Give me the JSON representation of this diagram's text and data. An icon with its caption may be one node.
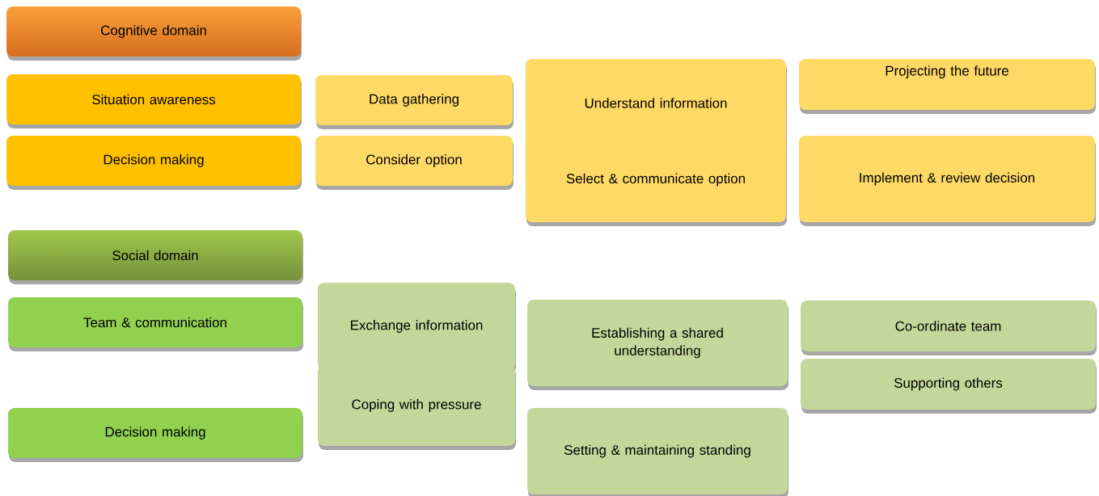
{
  "diagram": {
    "nodes": [
      {
        "text": [
          "Cognitive domain"
        ]
      },
      {
        "text": [
          "Situation awareness"
        ]
      },
      {
        "text": [
          "Decision making"
        ]
      },
      {
        "text": [
          "Data gathering"
        ]
      },
      {
        "text": [
          "Consider option"
        ]
      },
      {
        "text": [
          "Understand information"
        ]
      },
      {
        "text": [
          "Select & communicate option"
        ]
      },
      {
        "text": [
          "Projecting the future"
        ]
      },
      {
        "text": [
          "Implement & review decision"
        ]
      },
      {
        "text": [
          "Social domain"
        ]
      },
      {
        "text": [
          "Team & communication"
        ]
      },
      {
        "text": [
          "Decision making"
        ]
      },
      {
        "text": [
          "Exchange information"
        ]
      },
      {
        "text": [
          "Coping with pressure"
        ]
      },
      {
        "text": [
          "Establishing a shared understanding"
        ]
      },
      {
        "text": [
          "Setting & maintaining standing"
        ]
      },
      {
        "text": [
          "Co-ordinate team"
        ]
      },
      {
        "text": [
          "Supporting others"
        ]
      }
    ]
  }
}
